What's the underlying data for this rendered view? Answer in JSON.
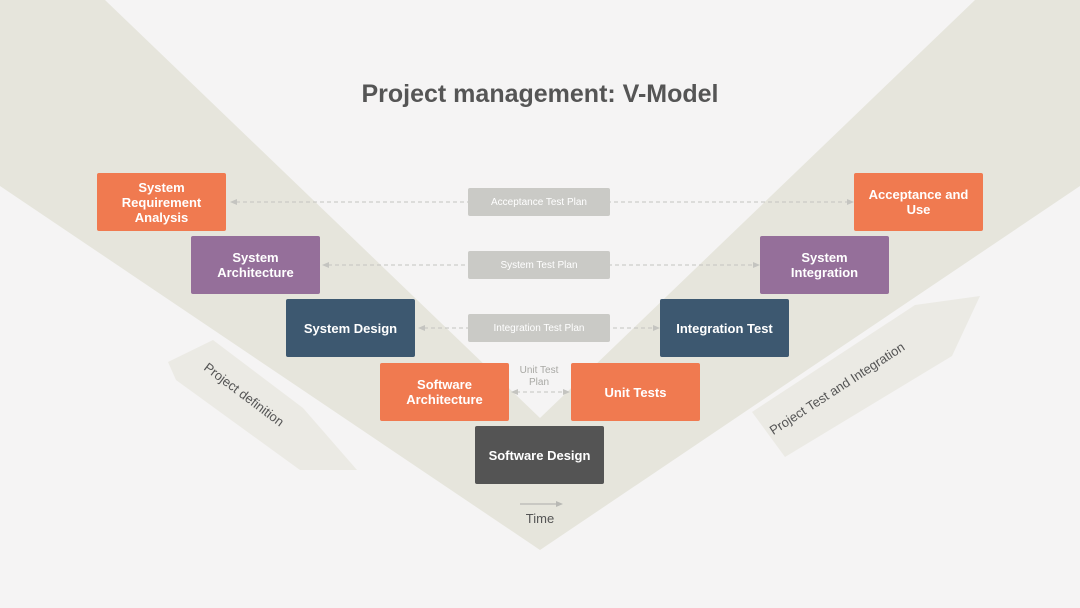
{
  "title": "Project management: V-Model",
  "colors": {
    "orange": "#f07a50",
    "purple": "#956f9a",
    "navy": "#3d5870",
    "dark": "#545454",
    "plan": "#cacac6",
    "band": "#e6e5dc"
  },
  "stages": {
    "system_requirement_analysis": "System\nRequirement\nAnalysis",
    "system_architecture": "System\nArchitecture",
    "system_design": "System Design",
    "software_architecture": "Software\nArchitecture",
    "software_design": "Software Design",
    "unit_tests": "Unit Tests",
    "integration_test": "Integration Test",
    "system_integration": "System\nIntegration",
    "acceptance_and_use": "Acceptance and\nUse"
  },
  "plans": {
    "acceptance": "Acceptance Test Plan",
    "system": "System Test Plan",
    "integration": "Integration Test Plan",
    "unit": "Unit Test\nPlan"
  },
  "labels": {
    "project_definition": "Project definition",
    "project_test_integration": "Project Test and Integration",
    "time": "Time"
  }
}
